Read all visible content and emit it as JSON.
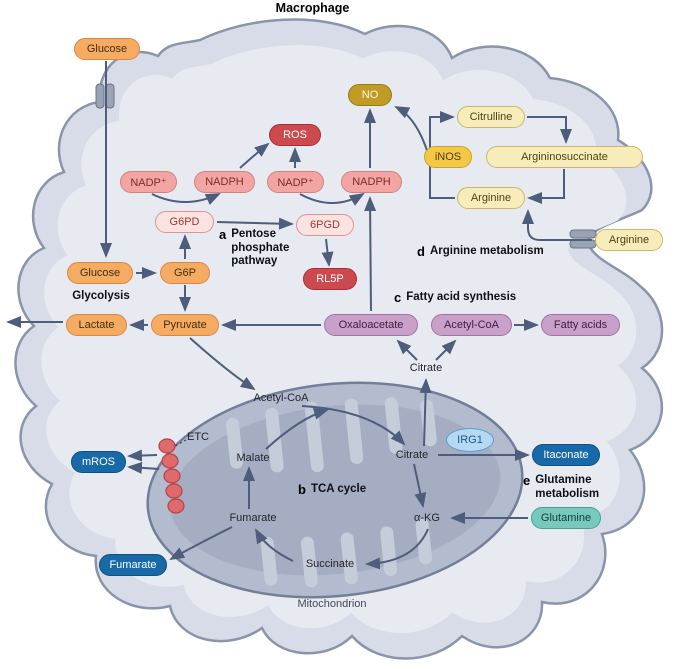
{
  "title": "Macrophage",
  "palette": {
    "arrow": "#4e5d7c",
    "cell_fill": "#d7dce8",
    "cytosol_fill": "#e7eaf1",
    "mito_outer": "#b3bbce",
    "mito_inner": "#a4adc1",
    "orange": "#f6ab63",
    "pink": "#f2a5a3",
    "red": "#cc4a4e",
    "gold": "#c19b25",
    "yellow": "#f3c844",
    "pale_yellow": "#f7edba",
    "purple": "#c8a0ca",
    "blue": "#1769a8",
    "light_blue": "#b5d9f2",
    "teal": "#77c9bd",
    "etc_red": "#e0696b"
  },
  "sections": {
    "a": {
      "letter": "a",
      "text": "Pentose\nphosphate\npathway"
    },
    "b": {
      "letter": "b",
      "text": "TCA cycle"
    },
    "c": {
      "letter": "c",
      "text": "Fatty acid synthesis"
    },
    "d": {
      "letter": "d",
      "text": "Arginine metabolism"
    },
    "e": {
      "letter": "e",
      "text": "Glutamine\nmetabolism"
    }
  },
  "labels": {
    "glycolysis": "Glycolysis",
    "mitochondrion": "Mitochondrion",
    "etc": "ETC"
  },
  "nodes": {
    "glucose_ext": "Glucose",
    "glucose_int": "Glucose",
    "g6p": "G6P",
    "g6pd": "G6PD",
    "pgd": "6PGD",
    "rl5p": "RL5P",
    "nadp_1": "NADP⁺",
    "nadph_1": "NADPH",
    "nadp_2": "NADP⁺",
    "nadph_2": "NADPH",
    "ros": "ROS",
    "lactate": "Lactate",
    "pyruvate": "Pyruvate",
    "oxaloacetate": "Oxaloacetate",
    "acetyl_coa_cyto": "Acetyl-CoA",
    "fatty_acids": "Fatty acids",
    "citrate_cyto": "Citrate",
    "no": "NO",
    "citrulline": "Citrulline",
    "inos": "iNOS",
    "argininosuccinate": "Argininosuccinate",
    "arginine_int": "Arginine",
    "arginine_ext": "Arginine",
    "acetyl_coa_mito": "Acetyl-CoA",
    "malate": "Malate",
    "citrate_mito": "Citrate",
    "akg": "α-KG",
    "succinate": "Succinate",
    "fumarate_mito": "Fumarate",
    "irg1": "IRG1",
    "itaconate": "Itaconate",
    "glutamine": "Glutamine",
    "mros": "mROS",
    "fumarate_exp": "Fumarate"
  }
}
